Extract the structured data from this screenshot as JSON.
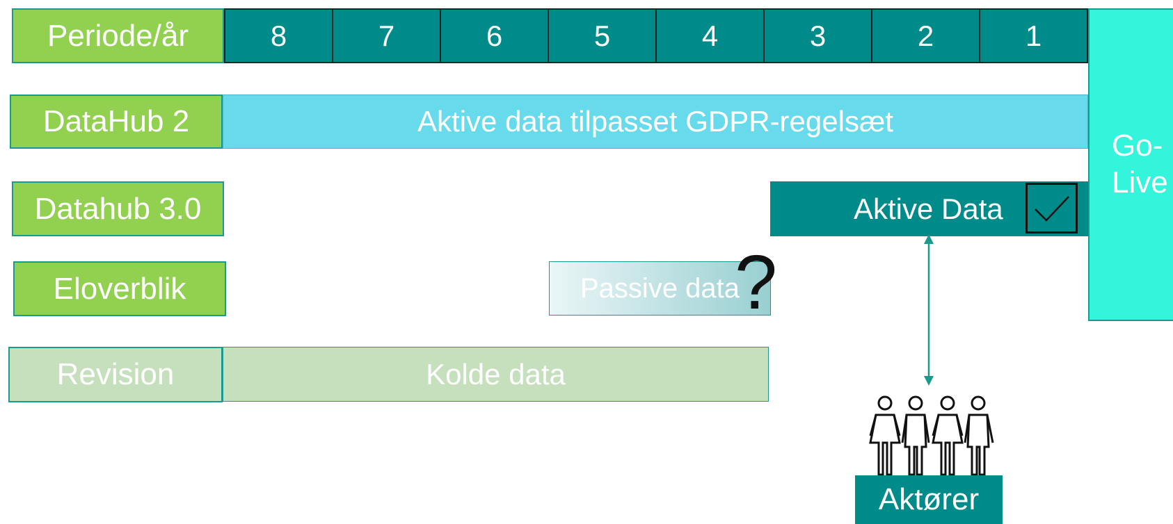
{
  "row_labels": {
    "period": "Periode/år",
    "datahub2": "DataHub 2",
    "datahub3": "Datahub 3.0",
    "eloverblik": "Eloverblik",
    "revision": "Revision"
  },
  "periods": [
    "8",
    "7",
    "6",
    "5",
    "4",
    "3",
    "2",
    "1"
  ],
  "bars": {
    "gdpr": "Aktive data tilpasset GDPR-regelsæt",
    "active": "Aktive Data",
    "passive": "Passive data",
    "cold": "Kolde data"
  },
  "question_mark": "?",
  "go_live": "Go-\nLive",
  "actors": "Aktører",
  "icons": [
    "check-icon",
    "double-arrow-icon",
    "people-group-icon"
  ],
  "colors": {
    "label_green": "#92d050",
    "label_light_green": "#c6e0bd",
    "teal": "#008b8b",
    "light_blue": "#67dbec",
    "go_live": "#33f5dc"
  }
}
